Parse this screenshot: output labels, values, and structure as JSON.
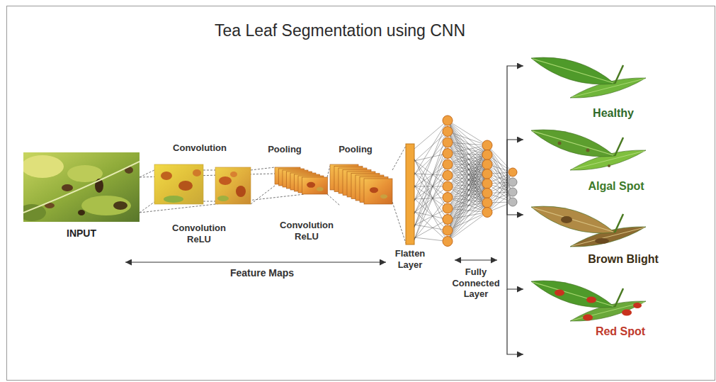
{
  "diagram": {
    "title": "Tea Leaf Segmentation using CNN",
    "nodes": [
      {
        "text": [
          "INPUT"
        ]
      },
      {
        "text": [
          "Flatten Layer"
        ]
      },
      {
        "text": [
          "Fully Connected Layer"
        ]
      },
      {
        "text": [
          "Healthy"
        ]
      },
      {
        "text": [
          "Algal Spot"
        ]
      },
      {
        "text": [
          "Brown Blight"
        ]
      },
      {
        "text": [
          "Red Spot"
        ]
      }
    ],
    "edges": [
      {
        "from": 2,
        "to": 3,
        "arrow": "to"
      },
      {
        "from": 2,
        "to": 4,
        "arrow": "to"
      },
      {
        "from": 2,
        "to": 5,
        "arrow": "to"
      },
      {
        "from": 2,
        "to": 6,
        "arrow": "to"
      }
    ],
    "labels": [
      "Convolution",
      "Pooling",
      "Pooling",
      "Convolution ReLU",
      "Convolution ReLU",
      "Feature Maps"
    ]
  }
}
